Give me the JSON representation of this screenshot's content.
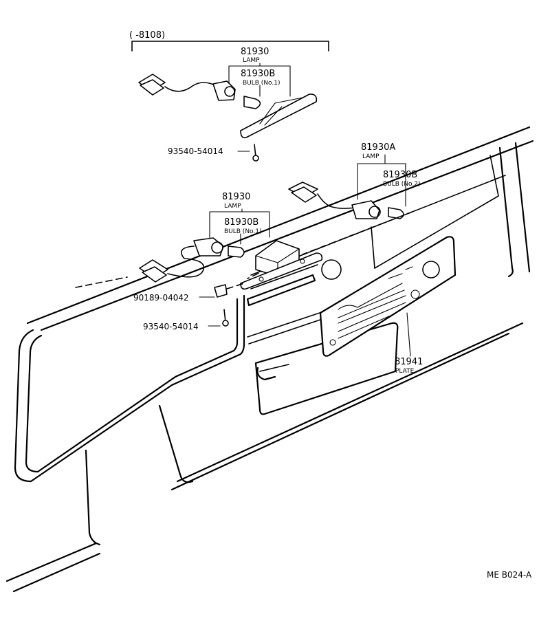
{
  "diagram": {
    "header_range": "(      -8108)",
    "reference_code": "ME B024-A",
    "callouts": [
      {
        "id": "lamp_top",
        "part_no": "81930",
        "name": "LAMP"
      },
      {
        "id": "bulb_top",
        "part_no": "81930B",
        "name": "BULB (No.1)"
      },
      {
        "id": "screw_top",
        "part_no": "93540-54014"
      },
      {
        "id": "lamp_right",
        "part_no": "81930A",
        "name": "LAMP"
      },
      {
        "id": "bulb_right",
        "part_no": "81930B",
        "name": "BULB (No.2)"
      },
      {
        "id": "lamp_mid",
        "part_no": "81930",
        "name": "LAMP"
      },
      {
        "id": "bulb_mid",
        "part_no": "81930B",
        "name": "BULB (No.1)"
      },
      {
        "id": "clip_mid",
        "part_no": "90189-04042"
      },
      {
        "id": "screw_mid",
        "part_no": "93540-54014"
      },
      {
        "id": "plate",
        "part_no": "81941",
        "name": "PLATE"
      }
    ]
  }
}
